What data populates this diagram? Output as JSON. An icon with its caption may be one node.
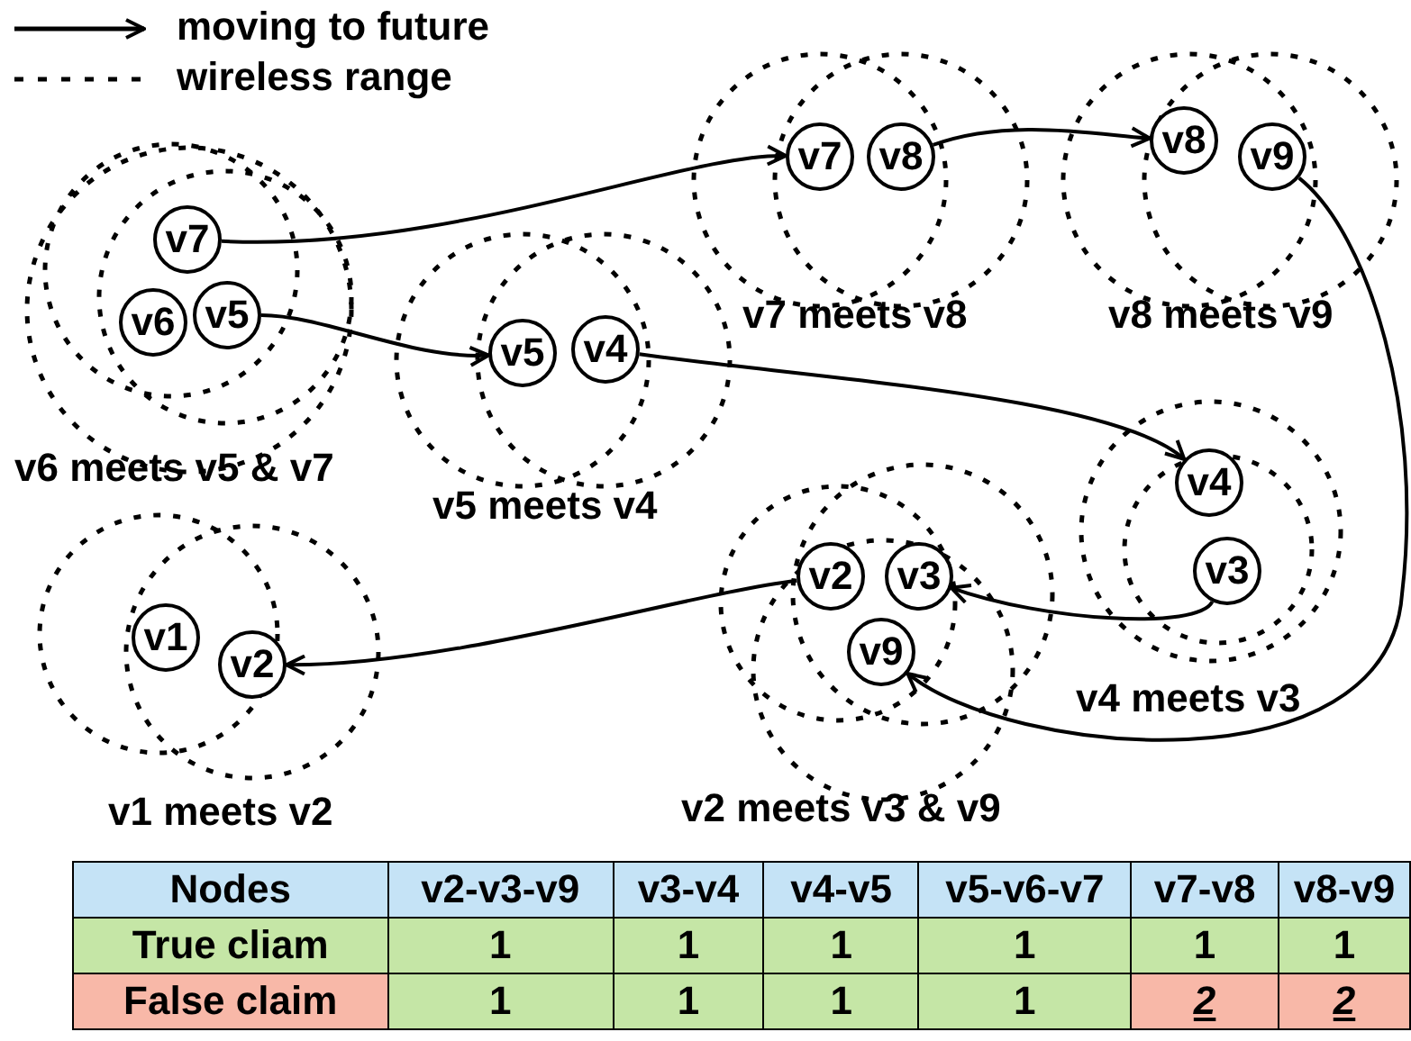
{
  "diagram": {
    "nodes": [
      {
        "text": [
          "v7"
        ]
      },
      {
        "text": [
          "v8"
        ]
      },
      {
        "text": [
          "v8"
        ]
      },
      {
        "text": [
          "v9"
        ]
      },
      {
        "text": [
          "v7"
        ]
      },
      {
        "text": [
          "v6"
        ]
      },
      {
        "text": [
          "v5"
        ]
      },
      {
        "text": [
          "v5"
        ]
      },
      {
        "text": [
          "v4"
        ]
      },
      {
        "text": [
          "v4"
        ]
      },
      {
        "text": [
          "v2"
        ]
      },
      {
        "text": [
          "v3"
        ]
      },
      {
        "text": [
          "v3"
        ]
      },
      {
        "text": [
          "v1"
        ]
      },
      {
        "text": [
          "v2"
        ]
      },
      {
        "text": [
          "v9"
        ]
      }
    ],
    "edges": [
      {
        "from": 4,
        "to": 0,
        "arrow": "to"
      },
      {
        "from": 1,
        "to": 2,
        "arrow": "to"
      },
      {
        "from": 3,
        "to": 15,
        "arrow": "to"
      },
      {
        "from": 12,
        "to": 11,
        "arrow": "to"
      },
      {
        "from": 6,
        "to": 7,
        "arrow": "to"
      },
      {
        "from": 8,
        "to": 9,
        "arrow": "to"
      },
      {
        "from": 10,
        "to": 14,
        "arrow": "to"
      }
    ],
    "labels": [
      "v7 meets v8",
      "v8 meets v9",
      "v6 meets v5 & v7",
      "v5 meets v4",
      "v4 meets v3",
      "v1 meets v2",
      "v2 meets v3 & v9",
      "Nodes",
      "v2-v3-v9",
      "v3-v4",
      "v4-v5",
      "v5-v6-v7",
      "v7-v8",
      "v8-v9",
      "True cliam",
      "1",
      "1",
      "1",
      "1",
      "1",
      "1",
      "False claim",
      "1",
      "1",
      "1",
      "1",
      "2",
      "2"
    ],
    "legend": [
      {
        "text": "moving to future"
      },
      {
        "text": "wireless range"
      }
    ]
  }
}
